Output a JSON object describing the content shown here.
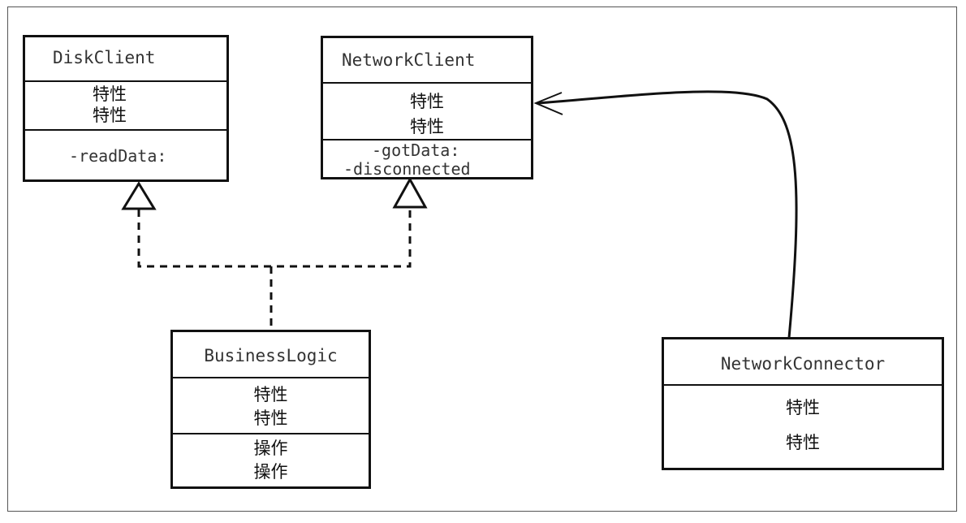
{
  "classes": {
    "disk_client": {
      "name": "DiskClient",
      "attributes": [
        "特性",
        "特性"
      ],
      "operations": [
        "-readData:"
      ]
    },
    "network_client": {
      "name": "NetworkClient",
      "attributes": [
        "特性",
        "特性"
      ],
      "operations": [
        "-gotData:",
        "-disconnected"
      ]
    },
    "business_logic": {
      "name": "BusinessLogic",
      "attributes": [
        "特性",
        "特性"
      ],
      "operations": [
        "操作",
        "操作"
      ]
    },
    "network_connector": {
      "name": "NetworkConnector",
      "attributes": [
        "特性",
        "特性"
      ],
      "operations": []
    }
  },
  "relationships": [
    {
      "from": "BusinessLogic",
      "to": "DiskClient",
      "type": "realization",
      "style": "dashed"
    },
    {
      "from": "BusinessLogic",
      "to": "NetworkClient",
      "type": "realization",
      "style": "dashed"
    },
    {
      "from": "NetworkConnector",
      "to": "NetworkClient",
      "type": "association",
      "style": "solid"
    }
  ]
}
